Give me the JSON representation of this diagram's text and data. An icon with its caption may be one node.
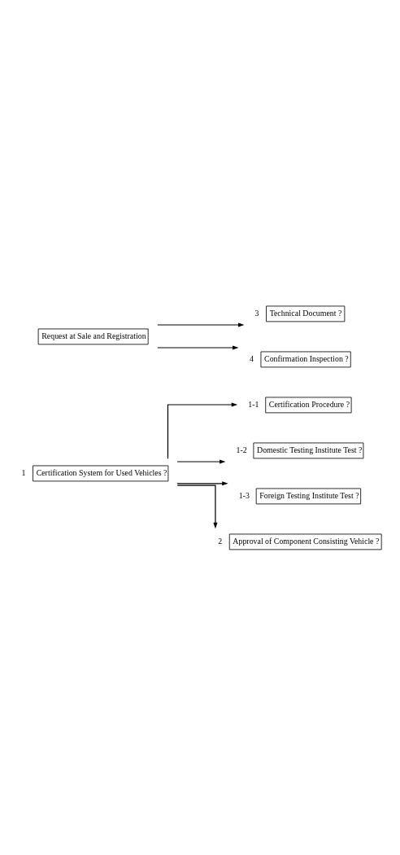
{
  "diagram": {
    "nodes": [
      {
        "text": [
          "Certification System for Used Vehicles ?"
        ],
        "beside": [
          "1"
        ]
      },
      {
        "text": [
          "Certification Procedure ?"
        ],
        "beside": [
          "1-1"
        ]
      },
      {
        "text": [
          "Domestic Testing Institute Test ?"
        ],
        "beside": [
          "1-2"
        ]
      },
      {
        "text": [
          "Foreign Testing Institute Test ?"
        ],
        "beside": [
          "1-3"
        ]
      },
      {
        "text": [
          "Approval of Component Consisting Vehicle ?"
        ],
        "beside": [
          "2"
        ]
      },
      {
        "text": [
          "Request at Sale and Registration"
        ]
      },
      {
        "text": [
          "Technical Document ?"
        ],
        "beside": [
          "3"
        ]
      },
      {
        "text": [
          "Confirmation Inspection ?"
        ],
        "beside": [
          "4"
        ]
      }
    ],
    "edges": [
      {
        "from": 0,
        "to": 1,
        "arrow": "to"
      },
      {
        "from": 0,
        "to": 2,
        "arrow": "to"
      },
      {
        "from": 0,
        "to": 3,
        "arrow": "to"
      },
      {
        "from": 0,
        "to": 4,
        "arrow": "to"
      },
      {
        "from": 5,
        "to": 6,
        "arrow": "to"
      },
      {
        "from": 5,
        "to": 7,
        "arrow": "to"
      }
    ]
  }
}
